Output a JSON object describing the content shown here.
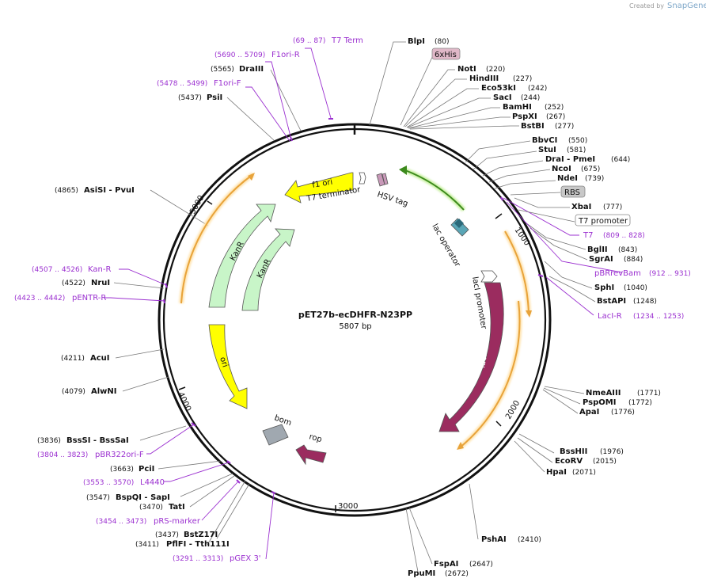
{
  "header": {
    "credit": "Created by",
    "brand": "SnapGene"
  },
  "plasmid": {
    "name": "pET27b-ecDHFR-N23PP",
    "length": "5807 bp"
  },
  "ticks": [
    "1000",
    "2000",
    "3000",
    "4000",
    "5000"
  ],
  "enzymes": [
    {
      "name": "BlpI",
      "pos": "(80)"
    },
    {
      "name": "NotI",
      "pos": "(220)"
    },
    {
      "name": "HindIII",
      "pos": "(227)"
    },
    {
      "name": "Eco53kI",
      "pos": "(242)"
    },
    {
      "name": "SacI",
      "pos": "(244)"
    },
    {
      "name": "BamHI",
      "pos": "(252)"
    },
    {
      "name": "PspXI",
      "pos": "(267)"
    },
    {
      "name": "BstBI",
      "pos": "(277)"
    },
    {
      "name": "BbvCI",
      "pos": "(550)"
    },
    {
      "name": "StuI",
      "pos": "(581)"
    },
    {
      "name": "DraI - PmeI",
      "pos": "(644)"
    },
    {
      "name": "NcoI",
      "pos": "(675)"
    },
    {
      "name": "NdeI",
      "pos": "(739)"
    },
    {
      "name": "XbaI",
      "pos": "(777)"
    },
    {
      "name": "BglII",
      "pos": "(843)"
    },
    {
      "name": "SgrAI",
      "pos": "(884)"
    },
    {
      "name": "SphI",
      "pos": "(1040)"
    },
    {
      "name": "BstAPI",
      "pos": "(1248)"
    },
    {
      "name": "NmeAIII",
      "pos": "(1771)"
    },
    {
      "name": "PspOMI",
      "pos": "(1772)"
    },
    {
      "name": "ApaI",
      "pos": "(1776)"
    },
    {
      "name": "BssHII",
      "pos": "(1976)"
    },
    {
      "name": "EcoRV",
      "pos": "(2015)"
    },
    {
      "name": "HpaI",
      "pos": "(2071)"
    },
    {
      "name": "PshAI",
      "pos": "(2410)"
    },
    {
      "name": "FspAI",
      "pos": "(2647)"
    },
    {
      "name": "PpuMI",
      "pos": "(2672)"
    },
    {
      "name": "BstZ17I",
      "pos": "(3437)"
    },
    {
      "name": "PflFI - Tth111I",
      "pos": "(3411)"
    },
    {
      "name": "TatI",
      "pos": "(3470)"
    },
    {
      "name": "BspQI - SapI",
      "pos": "(3547)"
    },
    {
      "name": "PciI",
      "pos": "(3663)"
    },
    {
      "name": "BssSI - BssSaI",
      "pos": "(3836)"
    },
    {
      "name": "AlwNI",
      "pos": "(4079)"
    },
    {
      "name": "AcuI",
      "pos": "(4211)"
    },
    {
      "name": "NruI",
      "pos": "(4522)"
    },
    {
      "name": "AsiSI - PvuI",
      "pos": "(4865)"
    },
    {
      "name": "PsiI",
      "pos": "(5437)"
    },
    {
      "name": "DraIII",
      "pos": "(5565)"
    }
  ],
  "primers": [
    {
      "name": "T7 Term",
      "range": "(69 .. 87)"
    },
    {
      "name": "F1ori-R",
      "range": "(5690 .. 5709)"
    },
    {
      "name": "F1ori-F",
      "range": "(5478 .. 5499)"
    },
    {
      "name": "T7",
      "range": "(809 .. 828)"
    },
    {
      "name": "pBRrevBam",
      "range": "(912 .. 931)"
    },
    {
      "name": "LacI-R",
      "range": "(1234 .. 1253)"
    },
    {
      "name": "Kan-R",
      "range": "(4507 .. 4526)"
    },
    {
      "name": "pENTR-R",
      "range": "(4423 .. 4442)"
    },
    {
      "name": "pBR322ori-F",
      "range": "(3804 .. 3823)"
    },
    {
      "name": "L4440",
      "range": "(3553 .. 3570)"
    },
    {
      "name": "pRS-marker",
      "range": "(3454 .. 3473)"
    },
    {
      "name": "pGEX 3'",
      "range": "(3291 .. 3313)"
    }
  ],
  "boxed_features": [
    "6xHis",
    "RBS",
    "T7 promoter"
  ],
  "features": {
    "f1_ori": "f1 ori",
    "t7_terminator": "T7 terminator",
    "hsv_tag": "HSV tag",
    "lac_operator": "lac operator",
    "laci_promoter": "lacI promoter",
    "laci": "lacI",
    "kanr": "KanR",
    "ori": "ori",
    "bom": "bom",
    "rop": "rop"
  },
  "colors": {
    "kanr": "#c8f5c8",
    "ori": "#ffff00",
    "f1ori": "#ffff00",
    "laci": "#9b2c5f",
    "rop": "#9b2c5f",
    "bom": "#a0a8b0",
    "primer": "#9b30d0",
    "orf": "#e8a33a",
    "gene_green": "#3c8a1c"
  }
}
